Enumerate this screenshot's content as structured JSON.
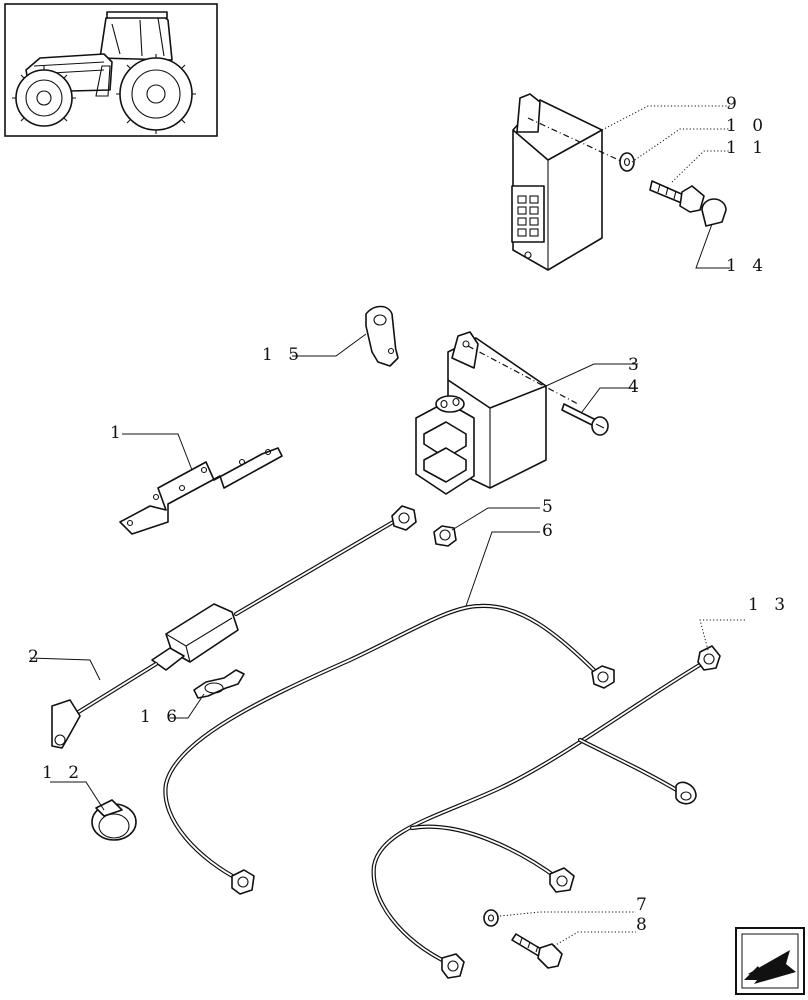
{
  "labels": {
    "p1": "1",
    "p2": "2",
    "p3": "3",
    "p4": "4",
    "p5": "5",
    "p6": "6",
    "p7": "7",
    "p8": "8",
    "p9": "9",
    "p10": "1 0",
    "p11": "1 1",
    "p12": "1 2",
    "p13": "1 3",
    "p14": "1 4",
    "p15": "1 5",
    "p16": "1 6"
  },
  "icons": {
    "thumbnail": "tractor-thumbnail-icon",
    "navigation": "next-page-arrow-icon"
  }
}
